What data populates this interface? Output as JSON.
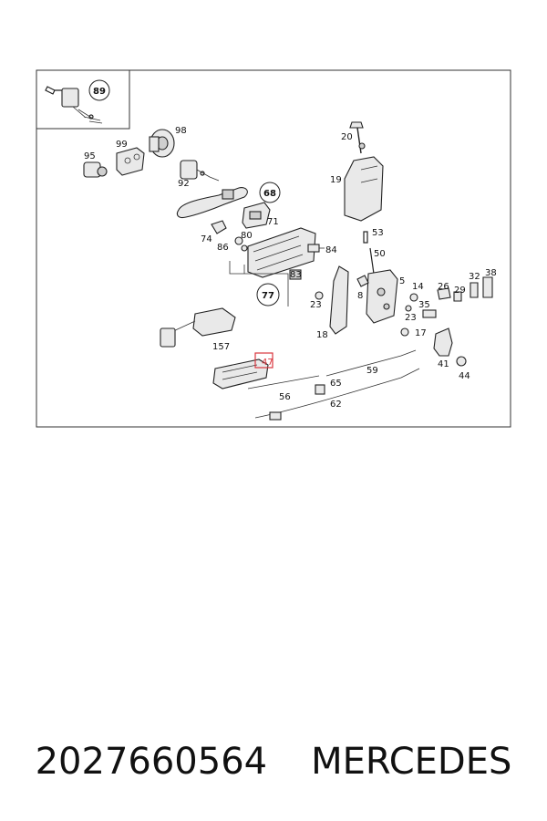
{
  "diagram": {
    "labels": [
      "89",
      "98",
      "20",
      "99",
      "95",
      "92",
      "68",
      "19",
      "71",
      "74",
      "80",
      "86",
      "84",
      "53",
      "50",
      "83",
      "5",
      "14",
      "26",
      "32",
      "38",
      "77",
      "8",
      "23",
      "35",
      "29",
      "23",
      "18",
      "17",
      "157",
      "41",
      "47",
      "59",
      "44",
      "65",
      "56",
      "62"
    ],
    "highlighted_label": "47",
    "colors": {
      "line": "#222222",
      "highlight": "#d9363e",
      "frame": "#333333"
    }
  },
  "caption": {
    "part_number": "2027660564",
    "brand": "MERCEDES"
  }
}
